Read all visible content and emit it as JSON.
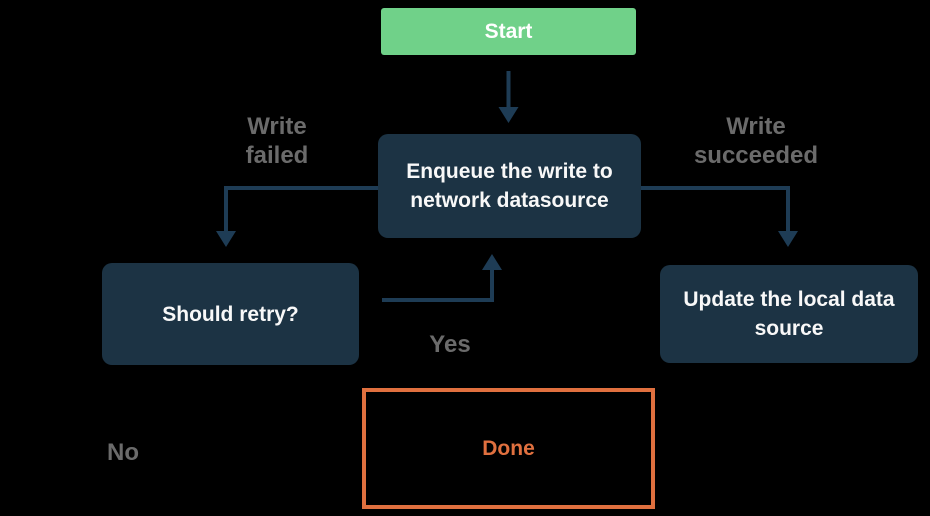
{
  "diagram": {
    "background_color": "#000000",
    "line_color": "#1E3C55",
    "label_color": "#6B6B6B",
    "nodes": {
      "start": {
        "label": "Start",
        "fill": "#70D189",
        "text_color": "#FFFFFF",
        "shape": "rect"
      },
      "enqueue": {
        "label": "Enqueue the write to network datasource",
        "fill": "#1C3344",
        "text_color": "#F8F8F8",
        "shape": "rounded-rect"
      },
      "should_retry": {
        "label": "Should retry?",
        "fill": "#1C3344",
        "text_color": "#F8F8F8",
        "shape": "rounded-rect"
      },
      "update_local": {
        "label": "Update the local data source",
        "fill": "#1C3344",
        "text_color": "#F8F8F8",
        "shape": "rounded-rect"
      },
      "done": {
        "label": "Done",
        "fill": "none",
        "border_color": "#E0703F",
        "text_color": "#E0703F",
        "shape": "rect-outline"
      }
    },
    "edge_labels": {
      "write_failed": "Write failed",
      "write_succeeded": "Write succeeded",
      "yes": "Yes",
      "no": "No"
    },
    "edges": [
      {
        "from": "start",
        "to": "enqueue",
        "label": ""
      },
      {
        "from": "enqueue",
        "to": "should_retry",
        "label": "Write failed"
      },
      {
        "from": "enqueue",
        "to": "update_local",
        "label": "Write succeeded"
      },
      {
        "from": "should_retry",
        "to": "enqueue",
        "label": "Yes"
      },
      {
        "from": "should_retry",
        "to": "done",
        "label": "No"
      }
    ]
  }
}
